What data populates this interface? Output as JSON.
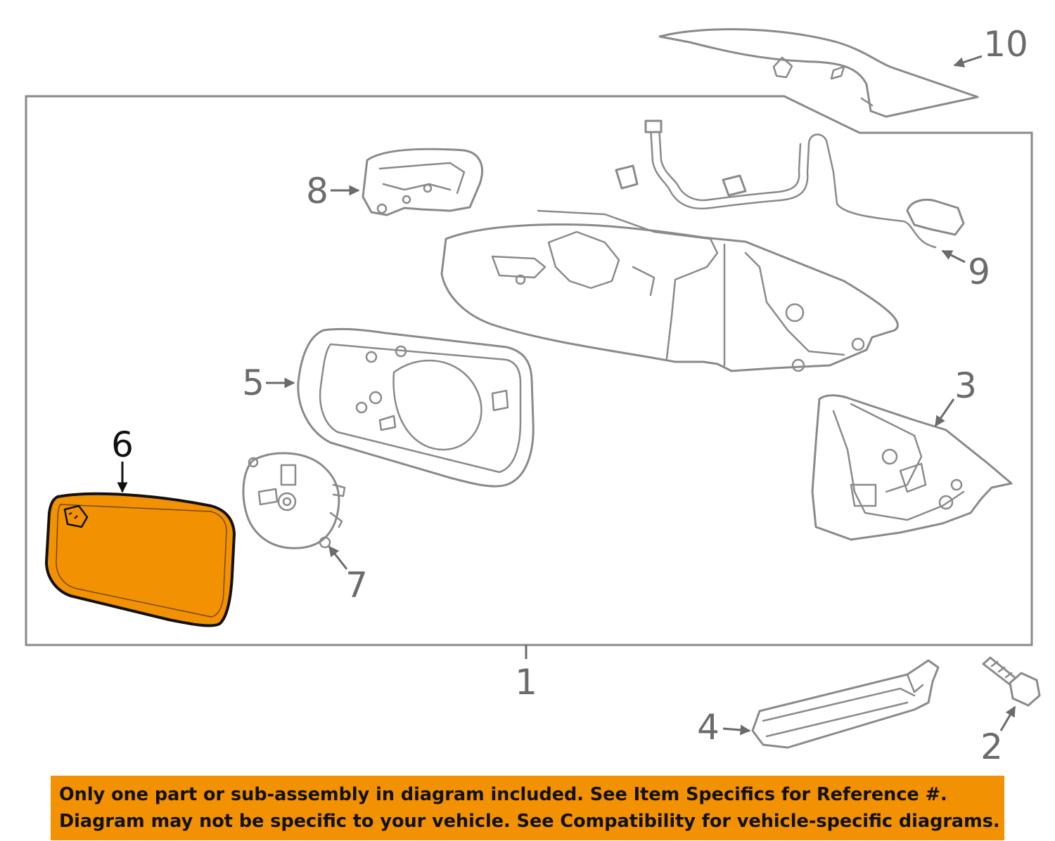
{
  "colors": {
    "highlight": "#f29101",
    "banner": "#f29101",
    "line_art": "#8a8a8a",
    "callout_text": "#6b6b6b"
  },
  "callouts": {
    "c1": "1",
    "c2": "2",
    "c3": "3",
    "c4": "4",
    "c5": "5",
    "c6": "6",
    "c7": "7",
    "c8": "8",
    "c9": "9",
    "c10": "10"
  },
  "highlighted_part": "6",
  "banner": {
    "line1": "Only one part or sub-assembly in diagram included. See Item Specifics for Reference #.",
    "line2": "Diagram may not be specific to your vehicle. See Compatibility for vehicle-specific diagrams."
  }
}
